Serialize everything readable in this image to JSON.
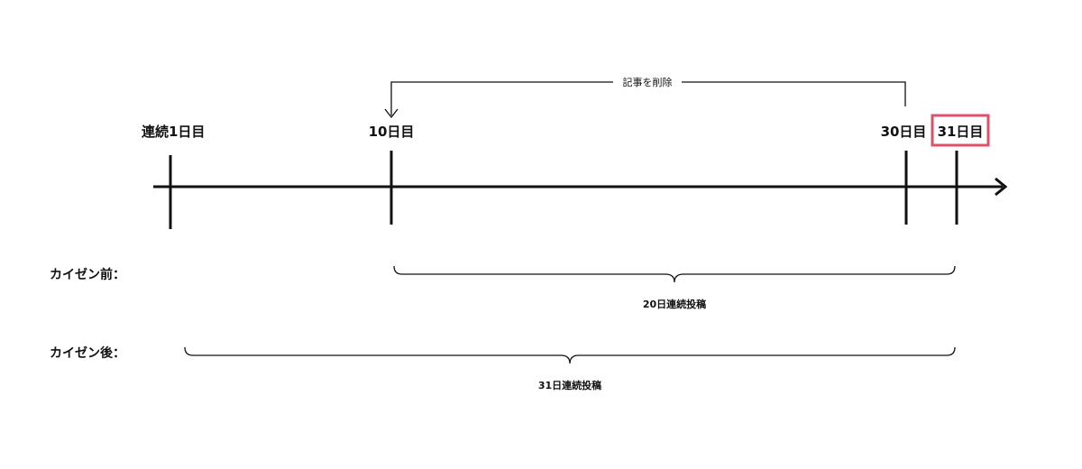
{
  "timeline": {
    "day1": "連続1日目",
    "day10": "10日目",
    "day30": "30日目",
    "day31": "31日目"
  },
  "annotation": {
    "delete_note": "記事を削除"
  },
  "rows": {
    "before": {
      "label": "カイゼン前：",
      "span": "20日連続投稿"
    },
    "after": {
      "label": "カイゼン後：",
      "span": "31日連続投稿"
    }
  },
  "colors": {
    "line": "#111111",
    "highlight": "#e0506a",
    "background": "#ffffff"
  }
}
